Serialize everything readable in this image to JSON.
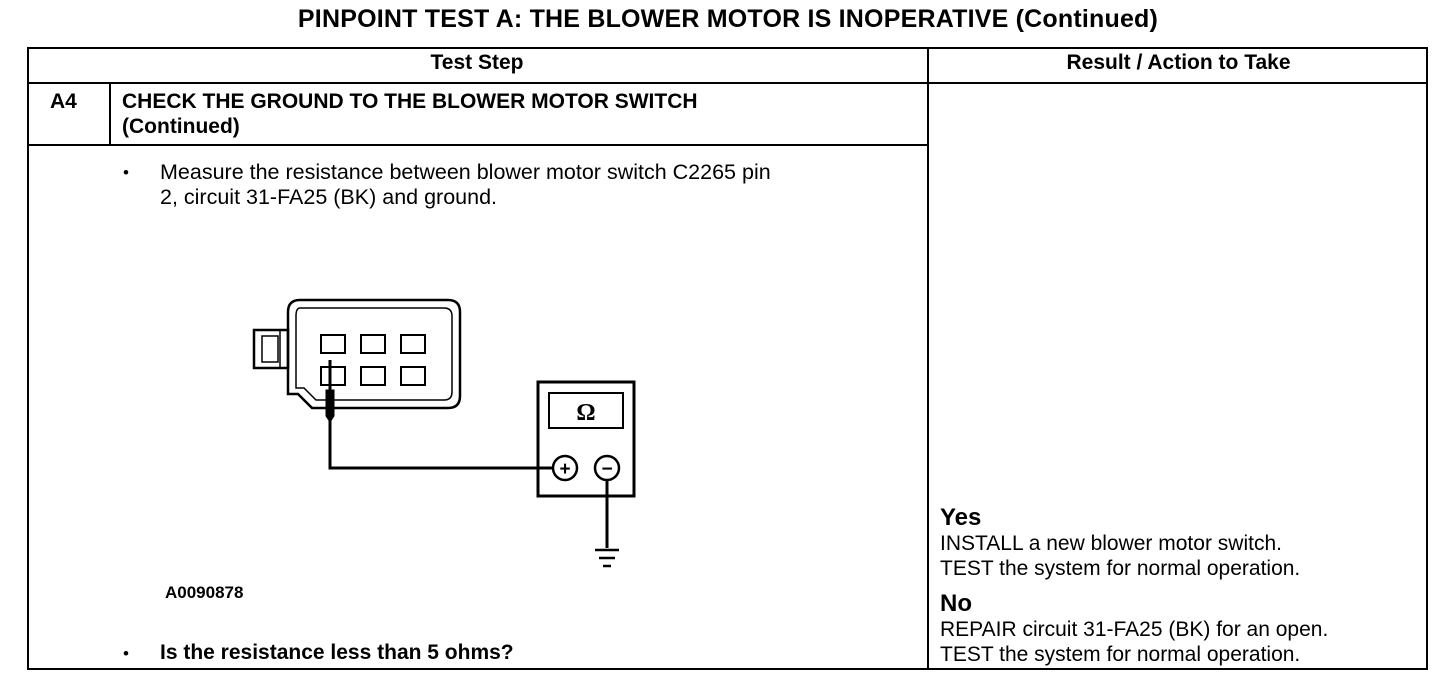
{
  "title": "PINPOINT TEST A: THE BLOWER MOTOR IS INOPERATIVE (Continued)",
  "table": {
    "header_test_step": "Test Step",
    "header_result": "Result / Action to Take"
  },
  "step": {
    "id": "A4",
    "title_line1": "CHECK THE GROUND TO THE BLOWER MOTOR SWITCH",
    "title_line2": "(Continued)",
    "bullet_symbol": "•",
    "instruction_line1": "Measure the resistance between blower motor switch C2265 pin",
    "instruction_line2": "2, circuit 31-FA25 (BK) and ground.",
    "figure_id": "A0090878",
    "question": "Is the resistance less than 5 ohms?"
  },
  "diagram": {
    "meter_symbol": "Ω",
    "positive_symbol": "+",
    "negative_symbol": "−"
  },
  "results": {
    "yes_label": "Yes",
    "yes_line1": "INSTALL a new blower motor switch.",
    "yes_line2": "TEST the system for normal operation.",
    "no_label": "No",
    "no_line1": "REPAIR circuit 31-FA25 (BK) for an open.",
    "no_line2": "TEST the system for normal operation."
  }
}
